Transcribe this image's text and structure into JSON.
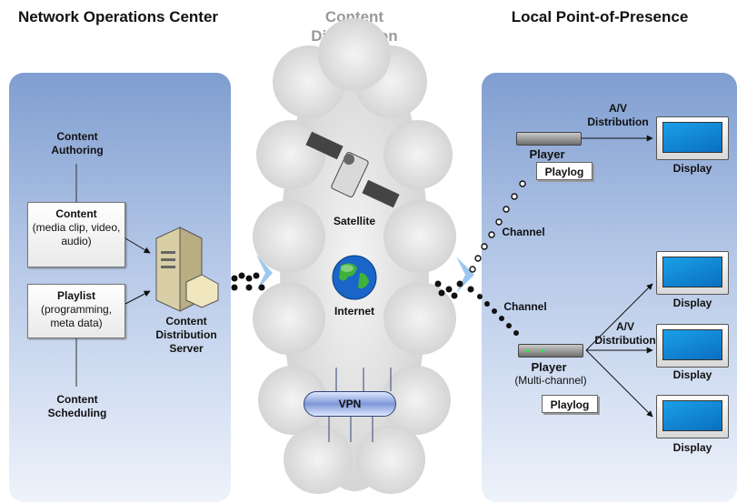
{
  "titles": {
    "noc": "Network Operations Center",
    "distribution": "Content Distribution",
    "pop": "Local Point-of-Presence"
  },
  "noc": {
    "authoring": "Content Authoring",
    "content_title": "Content",
    "content_detail": "(media clip, video, audio)",
    "playlist_title": "Playlist",
    "playlist_detail": "(programming, meta data)",
    "scheduling": "Content Scheduling",
    "server": "Content Distribution Server"
  },
  "distribution": {
    "satellite": "Satellite",
    "internet": "Internet",
    "vpn": "VPN"
  },
  "pop": {
    "av_distribution_1": "A/V Distribution",
    "player_1": "Player",
    "playlog_1": "Playlog",
    "channel_1": "Channel",
    "channel_2": "Channel",
    "av_distribution_2": "A/V Distribution",
    "player_2": "Player",
    "player_2_detail": "(Multi-channel)",
    "playlog_2": "Playlog",
    "display_label": "Display"
  },
  "colors": {
    "panel_top": "#7f9ed0",
    "panel_bottom": "#eef3fb",
    "cloud": "#d6d6d6",
    "distribution_title": "#9a9a9a",
    "flow_arrow": "#9cc8ef"
  }
}
